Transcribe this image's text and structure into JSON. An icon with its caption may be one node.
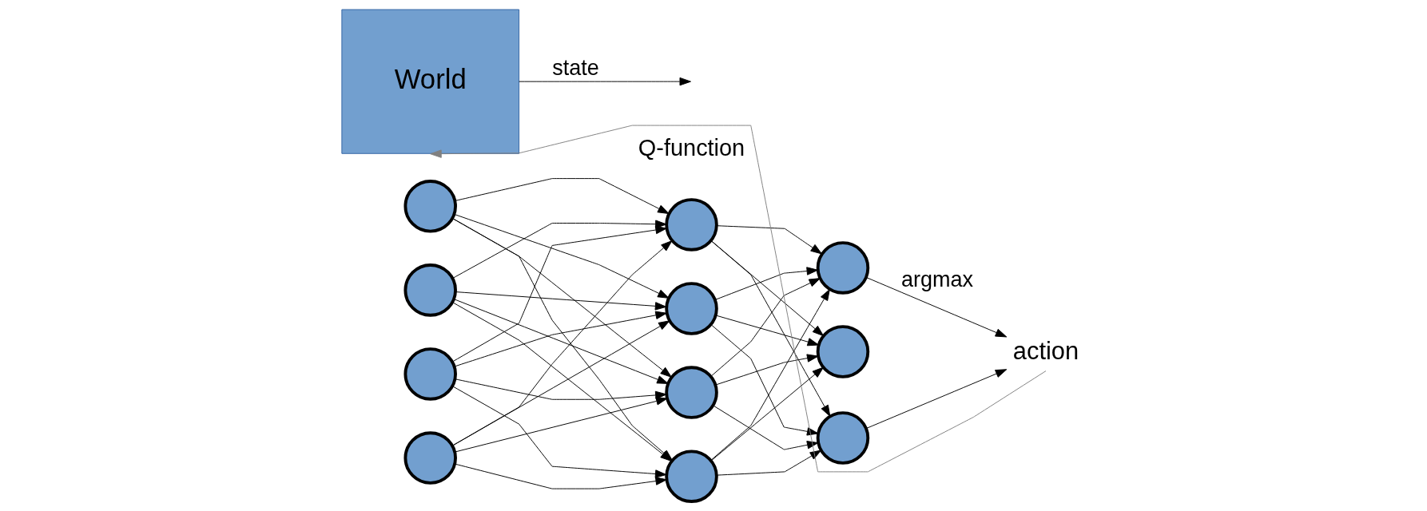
{
  "diagram": {
    "nodes": [
      {
        "text": [
          "World"
        ]
      },
      {
        "text": [],
        "shape": "circle"
      },
      {
        "text": [],
        "shape": "circle"
      },
      {
        "text": [],
        "shape": "circle"
      },
      {
        "text": [],
        "shape": "circle"
      },
      {
        "text": [],
        "shape": "circle"
      },
      {
        "text": [],
        "shape": "circle"
      },
      {
        "text": [],
        "shape": "circle"
      },
      {
        "text": [],
        "shape": "circle"
      },
      {
        "text": [],
        "shape": "circle"
      },
      {
        "text": [],
        "shape": "circle"
      },
      {
        "text": [],
        "shape": "circle"
      },
      {
        "text": [
          "action"
        ]
      }
    ],
    "edges": [
      {
        "from": 0,
        "to": null,
        "arrow": "to",
        "label": "state"
      },
      {
        "from": 1,
        "to": 5,
        "arrow": "to"
      },
      {
        "from": 1,
        "to": 6,
        "arrow": "to"
      },
      {
        "from": 1,
        "to": 7,
        "arrow": "to"
      },
      {
        "from": 1,
        "to": 8,
        "arrow": "to"
      },
      {
        "from": 2,
        "to": 5,
        "arrow": "to"
      },
      {
        "from": 2,
        "to": 6,
        "arrow": "to"
      },
      {
        "from": 2,
        "to": 7,
        "arrow": "to"
      },
      {
        "from": 2,
        "to": 8,
        "arrow": "to"
      },
      {
        "from": 3,
        "to": 5,
        "arrow": "to"
      },
      {
        "from": 3,
        "to": 6,
        "arrow": "to"
      },
      {
        "from": 3,
        "to": 7,
        "arrow": "to"
      },
      {
        "from": 3,
        "to": 8,
        "arrow": "to"
      },
      {
        "from": 4,
        "to": 5,
        "arrow": "to"
      },
      {
        "from": 4,
        "to": 6,
        "arrow": "to"
      },
      {
        "from": 4,
        "to": 7,
        "arrow": "to"
      },
      {
        "from": 4,
        "to": 8,
        "arrow": "to"
      },
      {
        "from": 5,
        "to": 9,
        "arrow": "to"
      },
      {
        "from": 5,
        "to": 10,
        "arrow": "to"
      },
      {
        "from": 5,
        "to": 11,
        "arrow": "to"
      },
      {
        "from": 6,
        "to": 9,
        "arrow": "to"
      },
      {
        "from": 6,
        "to": 10,
        "arrow": "to"
      },
      {
        "from": 6,
        "to": 11,
        "arrow": "to"
      },
      {
        "from": 7,
        "to": 9,
        "arrow": "to"
      },
      {
        "from": 7,
        "to": 10,
        "arrow": "to"
      },
      {
        "from": 7,
        "to": 11,
        "arrow": "to"
      },
      {
        "from": 8,
        "to": 9,
        "arrow": "to"
      },
      {
        "from": 8,
        "to": 10,
        "arrow": "to"
      },
      {
        "from": 8,
        "to": 11,
        "arrow": "to"
      },
      {
        "from": 9,
        "to": 12,
        "arrow": "to",
        "label": "argmax"
      },
      {
        "from": 11,
        "to": 12,
        "arrow": "to"
      },
      {
        "from": 12,
        "to": 0,
        "arrow": "to",
        "color": "#808080"
      }
    ],
    "labels": [
      "Q-function"
    ]
  }
}
